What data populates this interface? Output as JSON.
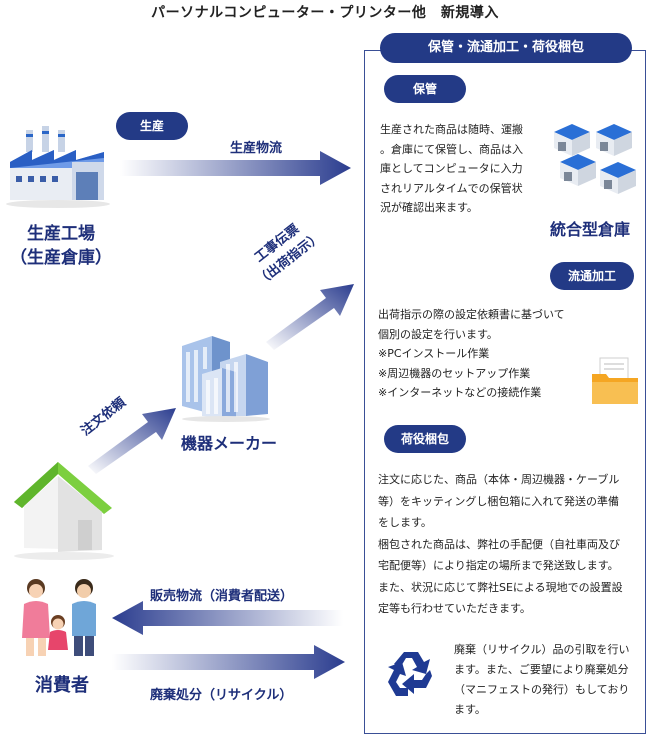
{
  "title": "パーソナルコンピューター・プリンター他　新規導入",
  "panel": {
    "header": "保管・流通加工・荷役梱包",
    "storage": {
      "badge": "保管",
      "text": [
        "生産された商品は随時、運搬",
        "。倉庫にて保管し、商品は入",
        "庫としてコンピュータに入力",
        "されリアルタイムでの保管状",
        "況が確認出来ます。"
      ],
      "warehouse_label": "統合型倉庫"
    },
    "processing": {
      "badge": "流通加工",
      "text": [
        "出荷指示の際の設定依頼書に基づいて",
        "個別の設定を行います。",
        "※PCインストール作業",
        "※周辺機器のセットアップ作業",
        "※インターネットなどの接続作業"
      ]
    },
    "packing": {
      "badge": "荷役梱包",
      "text": [
        "注文に応じた、商品（本体・周辺機器・ケーブル",
        "等）をキッティングし梱包箱に入れて発送の準備",
        "をします。",
        "梱包された商品は、弊社の手配便（自社車両及び",
        "宅配便等）により指定の場所まで発送致します。",
        "また、状況に応じて弊社SEによる現地での設置設",
        "定等も行わせていただきます。"
      ]
    },
    "recycle": {
      "text": [
        "廃棄（リサイクル）品の引取を行い",
        "ます。また、ご要望により廃棄処分",
        "（マニフェストの発行）もしており",
        "ます。"
      ]
    }
  },
  "left": {
    "production_badge": "生産",
    "production_flow": "生産物流",
    "factory_label": [
      "生産工場",
      "（生産倉庫）"
    ],
    "work_order": [
      "工事伝票",
      "（出荷指示）"
    ],
    "maker_label": "機器メーカー",
    "order_request": "注文依頼",
    "sales_flow": "販売物流（消費者配送）",
    "disposal_flow": "廃棄処分（リサイクル）",
    "consumer_label": "消費者"
  },
  "colors": {
    "navy": "#233a86",
    "arrow": "#2b3d8f",
    "roof_green": "#7ccf3f",
    "warehouse_roof": "#2a6fd6",
    "folder": "#f5a623"
  }
}
